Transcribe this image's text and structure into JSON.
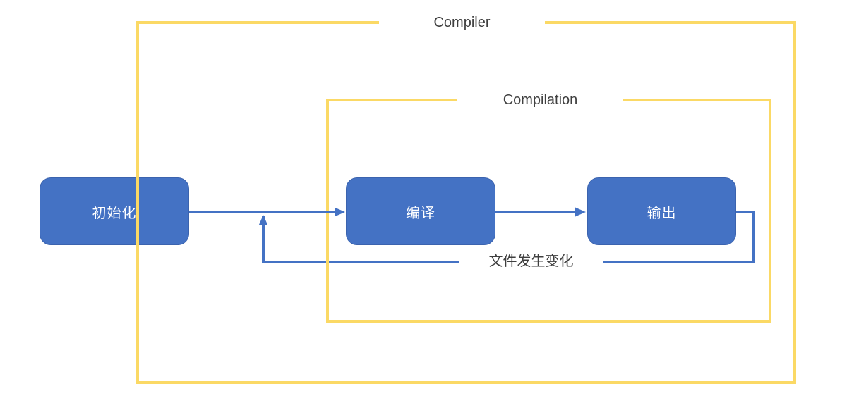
{
  "groups": {
    "compiler": {
      "label": "Compiler"
    },
    "compilation": {
      "label": "Compilation"
    }
  },
  "nodes": {
    "init": {
      "label": "初始化"
    },
    "compile": {
      "label": "编译"
    },
    "output": {
      "label": "输出"
    }
  },
  "edges": {
    "init_to_compile": {
      "from": "init",
      "to": "compile"
    },
    "compile_to_output": {
      "from": "compile",
      "to": "output"
    },
    "feedback": {
      "from": "output",
      "to": "compile",
      "label": "文件发生变化"
    }
  },
  "colors": {
    "node_fill": "#4472C4",
    "node_border": "#3B63AE",
    "node_text": "#FFFFFF",
    "edge_stroke": "#4472C4",
    "group_border": "#FBD965",
    "label_text": "#3F3F3F",
    "background": "#FFFFFF"
  }
}
